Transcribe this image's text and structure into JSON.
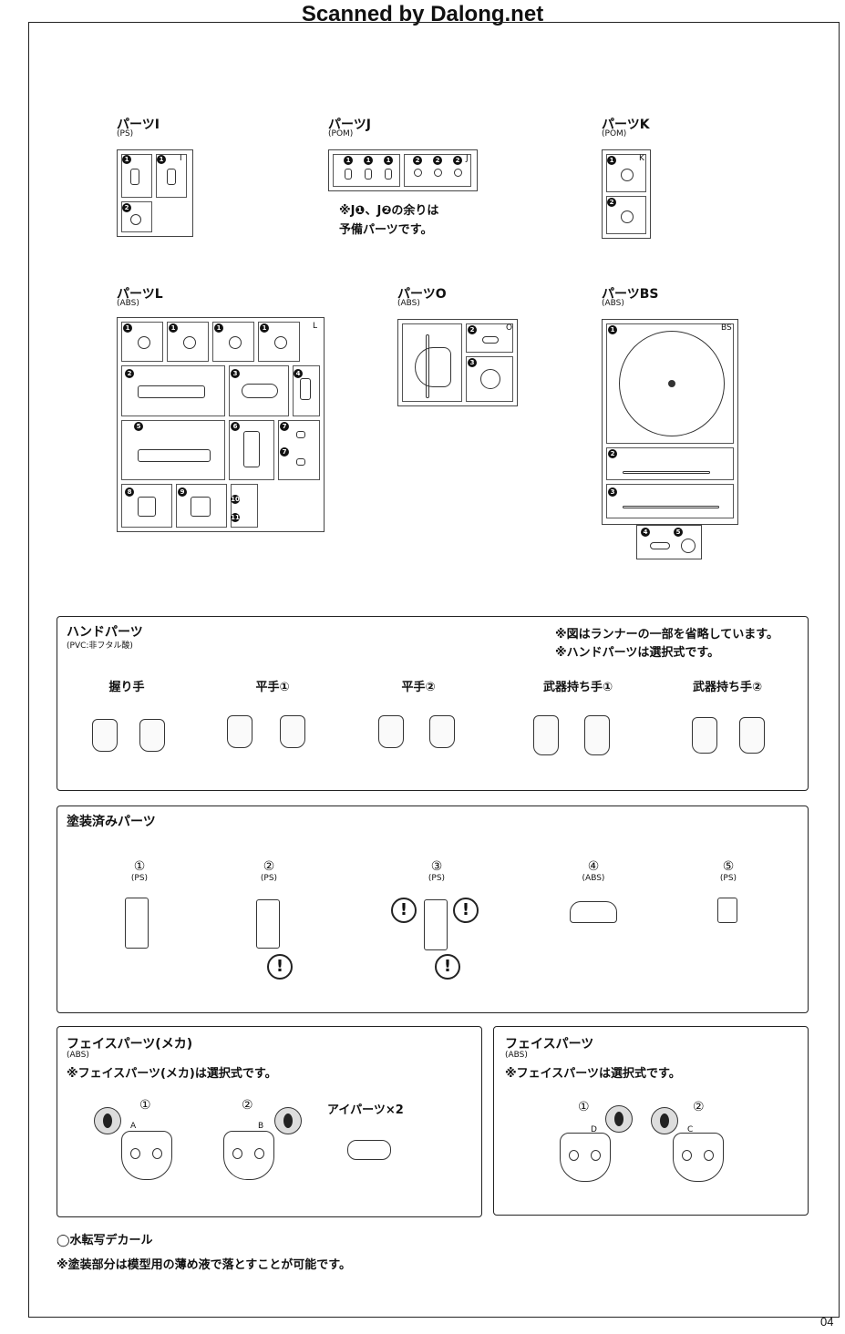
{
  "header": "Scanned by Dalong.net",
  "page_number": "04",
  "runners": {
    "I": {
      "title": "パーツI",
      "material": "(PS)",
      "tag": "I"
    },
    "J": {
      "title": "パーツJ",
      "material": "(POM)",
      "tag": "J",
      "note_line1": "※J❶、J❷の余りは",
      "note_line2": "予備パーツです。"
    },
    "K": {
      "title": "パーツK",
      "material": "(POM)",
      "tag": "K"
    },
    "L": {
      "title": "パーツL",
      "material": "(ABS)",
      "tag": "L"
    },
    "O": {
      "title": "パーツO",
      "material": "(ABS)",
      "tag": "O"
    },
    "BS": {
      "title": "パーツBS",
      "material": "(ABS)",
      "tag": "BS"
    }
  },
  "hand_parts": {
    "title": "ハンドパーツ",
    "material": "(PVC:非フタル酸)",
    "note1": "※図はランナーの一部を省略しています。",
    "note2": "※ハンドパーツは選択式です。",
    "items": [
      "握り手",
      "平手①",
      "平手②",
      "武器持ち手①",
      "武器持ち手②"
    ]
  },
  "painted_parts": {
    "title": "塗装済みパーツ",
    "items": [
      {
        "num": "①",
        "mat": "(PS)"
      },
      {
        "num": "②",
        "mat": "(PS)"
      },
      {
        "num": "③",
        "mat": "(PS)"
      },
      {
        "num": "④",
        "mat": "(ABS)"
      },
      {
        "num": "⑤",
        "mat": "(PS)"
      }
    ],
    "warning": "!"
  },
  "face_mecha": {
    "title": "フェイスパーツ(メカ)",
    "material": "(ABS)",
    "note": "※フェイスパーツ(メカ)は選択式です。",
    "labels": [
      "①",
      "②"
    ],
    "tags": [
      "A",
      "B"
    ],
    "eye_parts": "アイパーツ×2"
  },
  "face": {
    "title": "フェイスパーツ",
    "material": "(ABS)",
    "note": "※フェイスパーツは選択式です。",
    "labels": [
      "①",
      "②"
    ],
    "tags": [
      "D",
      "C"
    ]
  },
  "footer": {
    "decal": "◯水転写デカール",
    "paint_note": "※塗装部分は模型用の薄め液で落とすことが可能です。"
  }
}
